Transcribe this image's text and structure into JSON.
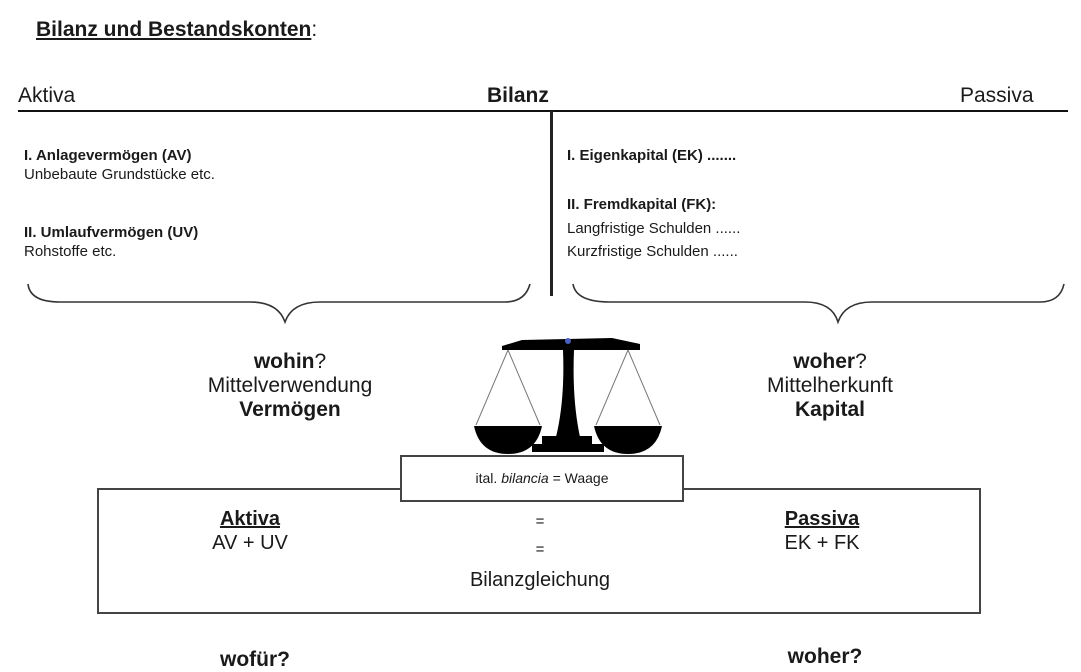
{
  "title": {
    "main": "Bilanz und Bestandskonten",
    "colon": ":"
  },
  "header": {
    "left": "Aktiva",
    "center": "Bilanz",
    "right": "Passiva"
  },
  "left_side": {
    "s1_title": "I. Anlagevermögen (AV)",
    "s1_item": "Unbebaute Grundstücke etc.",
    "s2_title": "II. Umlaufvermögen (UV)",
    "s2_item": "Rohstoffe etc."
  },
  "right_side": {
    "s1_title": "I. Eigenkapital (EK) .......",
    "s2_title": "II. Fremdkapital (FK):",
    "s2_item1": "Langfristige Schulden ......",
    "s2_item2": "Kurzfristige Schulden ......"
  },
  "left_caption": {
    "q_bold": "wohin",
    "q_rest": "?",
    "line2": "Mittelverwendung",
    "line3": "Vermögen"
  },
  "right_caption": {
    "q_bold": "woher",
    "q_rest": "?",
    "line2": "Mittelherkunft",
    "line3": "Kapital"
  },
  "scale_label": {
    "prefix": "ital.",
    "word": "bilancia",
    "suffix": "= Waage"
  },
  "equation": {
    "left_title": "Aktiva",
    "left_formula": "AV + UV",
    "right_title": "Passiva",
    "right_formula": "EK + FK",
    "equals1": "=",
    "equals2": "=",
    "caption": "Bilanzgleichung"
  },
  "bottom": {
    "left": "wofür?",
    "right": "woher?"
  },
  "colors": {
    "line": "#111111",
    "scale": "#000000"
  }
}
